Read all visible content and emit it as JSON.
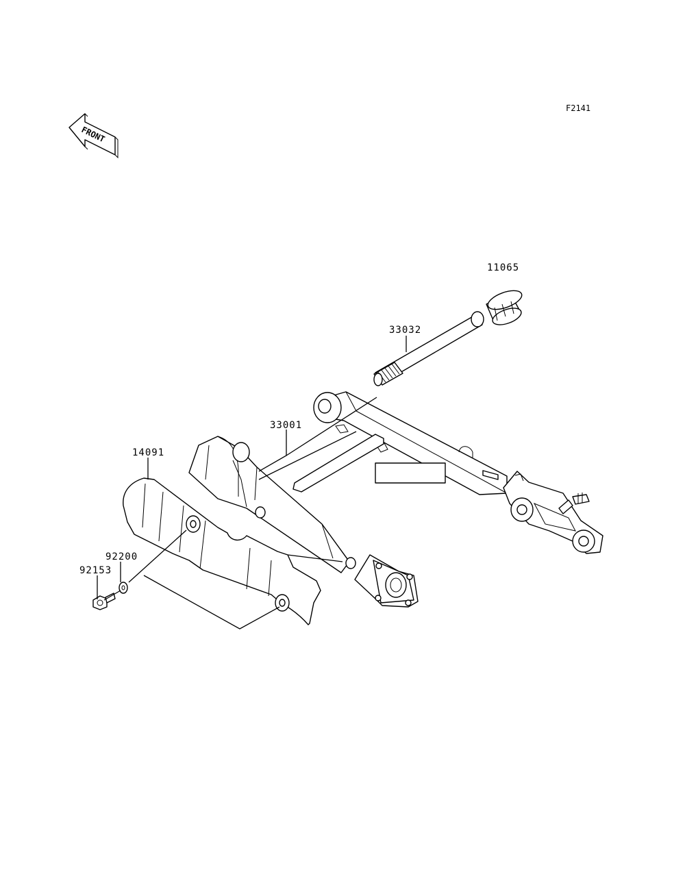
{
  "figure_code": "F2141",
  "front_arrow_label": "FRONT",
  "parts": [
    {
      "id": "p11065",
      "number": "11065"
    },
    {
      "id": "p33032",
      "number": "33032"
    },
    {
      "id": "p33001",
      "number": "33001"
    },
    {
      "id": "p14091",
      "number": "14091"
    },
    {
      "id": "p92200",
      "number": "92200"
    },
    {
      "id": "p92153",
      "number": "92153"
    }
  ]
}
